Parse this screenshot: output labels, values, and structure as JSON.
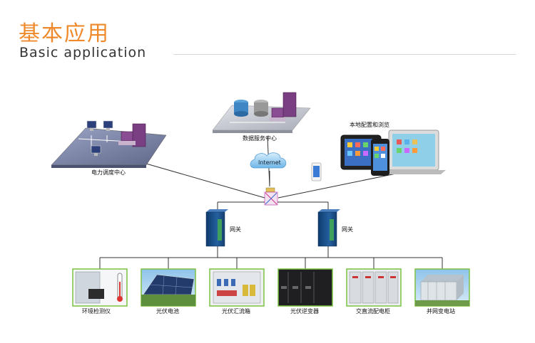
{
  "header": {
    "title_cn": "基本应用",
    "title_en": "Basic application"
  },
  "nodes": {
    "dispatch_center": "电力调度中心",
    "data_center": "数据服务中心",
    "local_config": "本地配置和浏览",
    "internet": "Internet",
    "gateway_left": "网关",
    "gateway_right": "网关"
  },
  "devices": [
    {
      "label": "环境检测仪"
    },
    {
      "label": "光伏电池"
    },
    {
      "label": "光伏汇流箱"
    },
    {
      "label": "光伏逆变器"
    },
    {
      "label": "交直流配电柜"
    },
    {
      "label": "并网变电站"
    }
  ],
  "colors": {
    "accent": "#ee8a2b",
    "device_border": "#7cc242",
    "platform": "#7d86a8",
    "gateway": "#1c4f8c"
  }
}
